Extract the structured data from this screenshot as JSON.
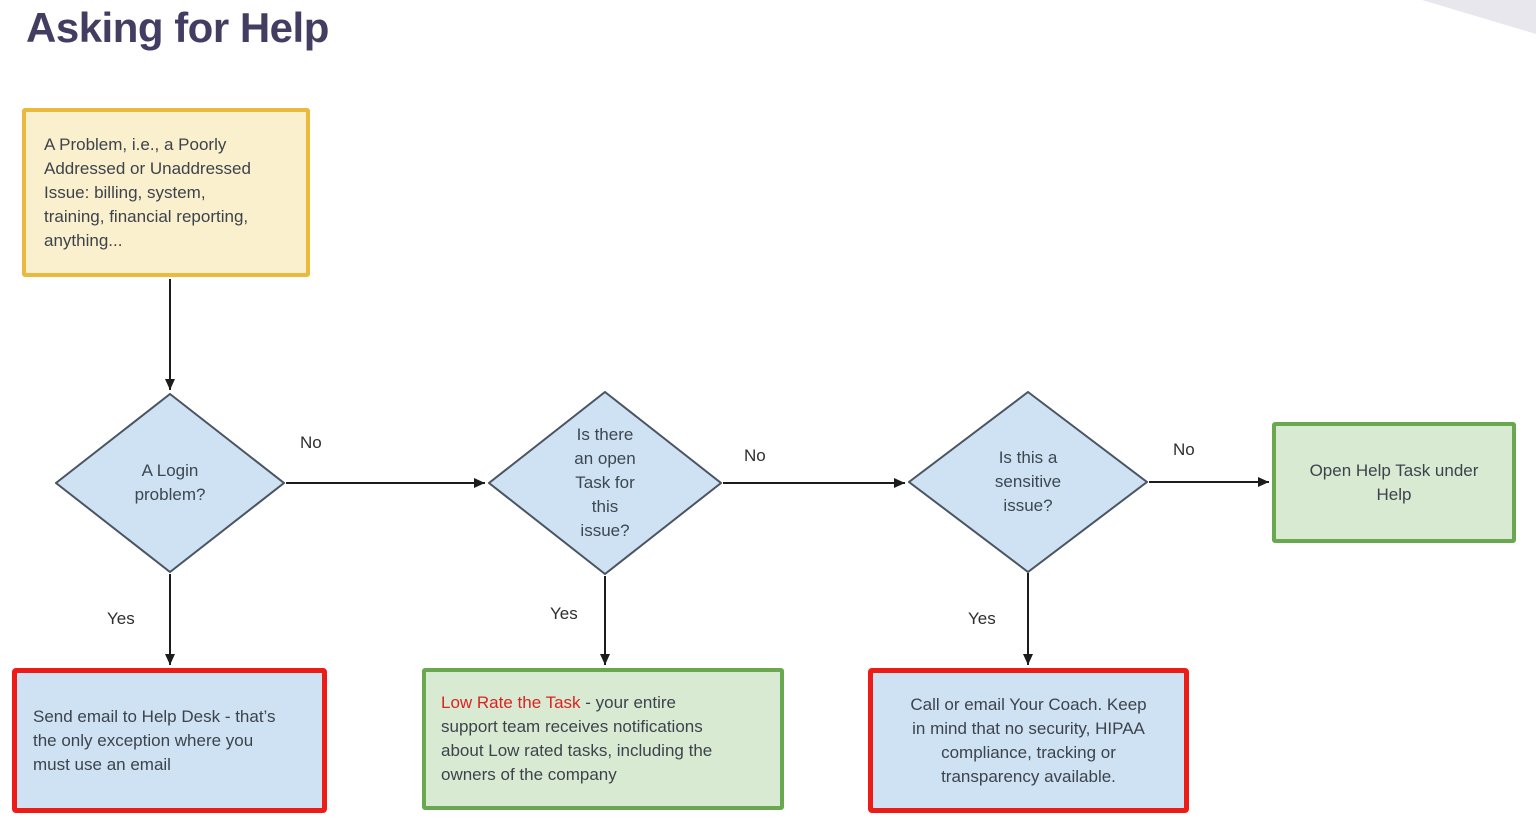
{
  "page": {
    "title": "Asking for Help"
  },
  "palette": {
    "title_color": "#443d62",
    "start_fill": "#fbf0cd",
    "start_border": "#eab93d",
    "decision_fill": "#cfe2f3",
    "decision_border": "#4a5562",
    "blue_fill": "#cfe2f3",
    "green_fill": "#d9ead3",
    "green_border": "#6aa84f",
    "red_border": "#ed1c16",
    "highlight_red_text": "#dd2121",
    "corner_decoration": "#e8e7ee",
    "connector": "#1c1c1c"
  },
  "flowchart": {
    "start": {
      "text": "A Problem, i.e., a Poorly\nAddressed or Unaddressed\nIssue: billing, system,\ntraining, financial reporting,\nanything..."
    },
    "decisions": [
      {
        "id": "login-problem",
        "text": "A Login\nproblem?",
        "no_label": "No",
        "yes_label": "Yes"
      },
      {
        "id": "open-task",
        "text": "Is there\nan open\nTask for\nthis\nissue?",
        "no_label": "No",
        "yes_label": "Yes"
      },
      {
        "id": "sensitive-issue",
        "text": "Is this a\nsensitive\nissue?",
        "no_label": "No",
        "yes_label": "Yes"
      }
    ],
    "outcomes": [
      {
        "id": "help-desk-email",
        "text": "Send email to Help Desk - that’s\nthe only exception where you\nmust use an email"
      },
      {
        "id": "low-rate-task",
        "highlight": "Low Rate the Task",
        "text": " - your entire\nsupport team receives notifications\nabout Low rated tasks, including the\nowners of the company"
      },
      {
        "id": "call-coach",
        "text": "Call or email Your Coach.  Keep\nin mind that no security, HIPAA\ncompliance, tracking or\ntransparency available."
      },
      {
        "id": "open-help-task",
        "text": "Open Help Task under\nHelp"
      }
    ]
  }
}
